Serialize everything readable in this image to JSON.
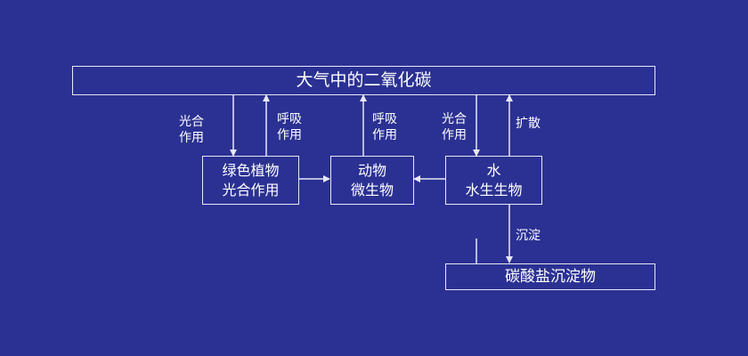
{
  "colors": {
    "background": "#2b3193",
    "line": "#e8e8f4",
    "text": "#ffffff"
  },
  "nodes": {
    "atmosphere": "大气中的二氧化碳",
    "plants": [
      "绿色植物",
      "光合作用"
    ],
    "animals": [
      "动物",
      "微生物"
    ],
    "water": [
      "水",
      "水生生物"
    ],
    "carbonate": "碳酸盐沉淀物"
  },
  "edge_labels": {
    "photosynthesis_left": [
      "光合",
      "作用"
    ],
    "respiration_plants": [
      "呼吸",
      "作用"
    ],
    "respiration_animals": [
      "呼吸",
      "作用"
    ],
    "photosynthesis_water": [
      "光合",
      "作用"
    ],
    "diffusion": "扩散",
    "sedimentation": "沉淀"
  }
}
